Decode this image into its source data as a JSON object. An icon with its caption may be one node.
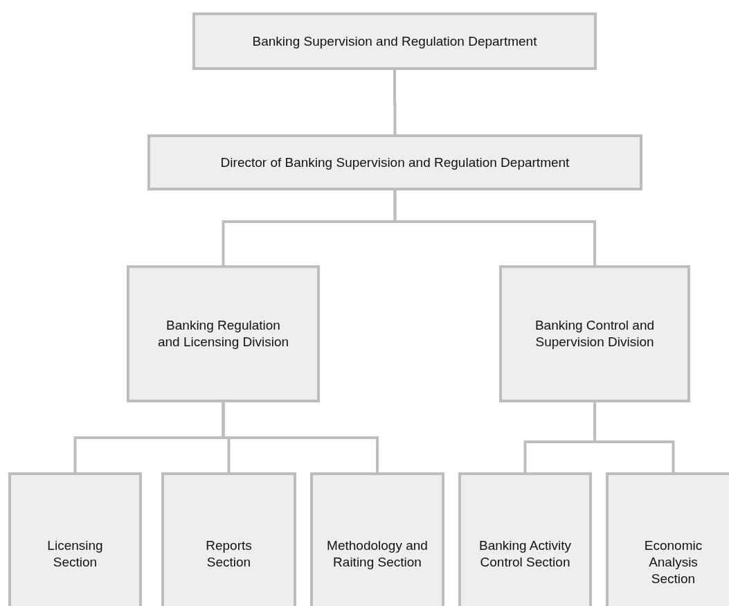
{
  "diagram": {
    "nodes": [
      {
        "text": [
          "Banking Supervision and Regulation Department"
        ]
      },
      {
        "text": [
          "Director of Banking Supervision and Regulation Department"
        ]
      },
      {
        "text": [
          "Banking Regulation and Licensing Division"
        ]
      },
      {
        "text": [
          "Banking Control and Supervision Division"
        ]
      },
      {
        "text": [
          "Licensing Section"
        ]
      },
      {
        "text": [
          "Reports Section"
        ]
      },
      {
        "text": [
          "Methodology and Raiting Section"
        ]
      },
      {
        "text": [
          "Banking Activity Control Section"
        ]
      },
      {
        "text": [
          "Economic Analysis Section"
        ]
      }
    ],
    "edges": [
      {
        "from": 0,
        "to": 1,
        "arrow": "none"
      },
      {
        "from": 1,
        "to": 2,
        "arrow": "none"
      },
      {
        "from": 1,
        "to": 3,
        "arrow": "none"
      },
      {
        "from": 2,
        "to": 4,
        "arrow": "none"
      },
      {
        "from": 2,
        "to": 5,
        "arrow": "none"
      },
      {
        "from": 2,
        "to": 6,
        "arrow": "none"
      },
      {
        "from": 3,
        "to": 7,
        "arrow": "none"
      },
      {
        "from": 3,
        "to": 8,
        "arrow": "none"
      }
    ]
  }
}
